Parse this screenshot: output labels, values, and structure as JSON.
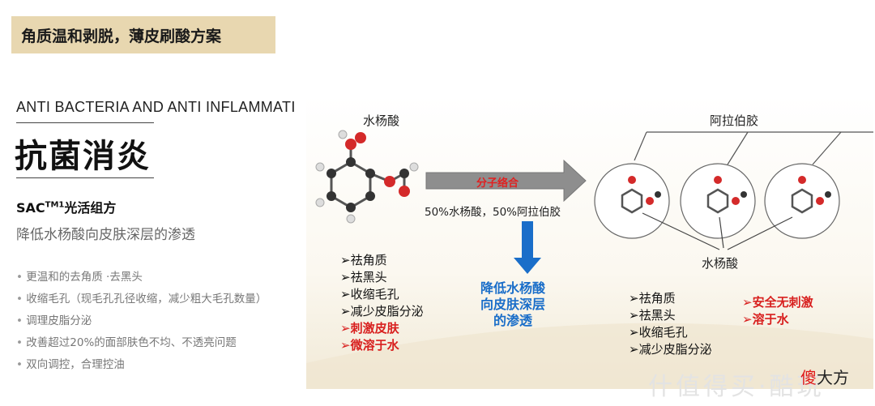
{
  "header": {
    "title": "角质温和剥脱，薄皮刷酸方案"
  },
  "left": {
    "english": "ANTI BACTERIA AND ANTI INFLAMMATI",
    "big_title": "抗菌消炎",
    "sac_prefix": "SAC",
    "sac_sup": "TM1",
    "sac_suffix": "光活组方",
    "subtitle": "降低水杨酸向皮肤深层的渗透",
    "bullets": [
      "更温和的去角质 ·去黑头",
      "收缩毛孔（现毛孔孔径收缩，减少粗大毛孔数量）",
      "调理皮脂分泌",
      "改善超过20%的面部肤色不均、不透亮问题",
      "双向调控，合理控油"
    ]
  },
  "diagram": {
    "left_label": "水杨酸",
    "right_label": "阿拉伯胶",
    "arrow_label": "分子络合",
    "ratio_text": "50%水杨酸，50%阿拉伯胶",
    "bottom_right_label": "水杨酸",
    "left_list": [
      "祛角质",
      "祛黑头",
      "收缩毛孔",
      "减少皮脂分泌"
    ],
    "left_list_red": [
      "刺激皮肤",
      "微溶于水"
    ],
    "blue_text": [
      "降低水杨酸",
      "向皮肤深层",
      "的渗透"
    ],
    "right_list": [
      "祛角质",
      "祛黑头",
      "收缩毛孔",
      "减少皮脂分泌"
    ],
    "right_list_red": [
      "安全无刺激",
      "溶于水"
    ]
  },
  "watermark": "什值得买·酷玩",
  "logo": {
    "red": "傻",
    "black": "大方"
  },
  "colors": {
    "header_bg": "#e8d7b0",
    "red": "#d8201f",
    "blue": "#1a6ec9",
    "arrow": "#8e8e8e"
  }
}
